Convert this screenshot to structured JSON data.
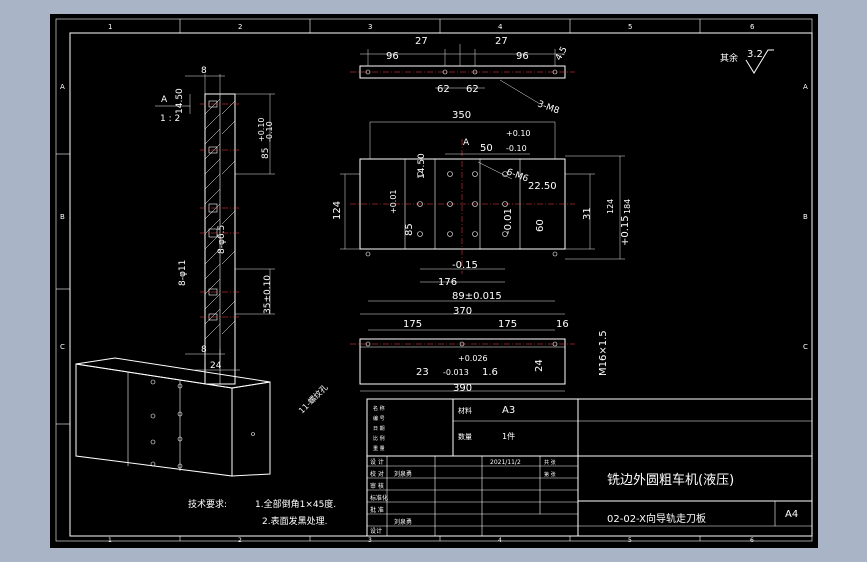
{
  "border": {
    "top_zones": [
      "1",
      "2",
      "3",
      "4",
      "5",
      "6"
    ],
    "bottom_zones": [
      "1",
      "2",
      "3",
      "4",
      "5",
      "6"
    ],
    "side_zones": [
      "A",
      "B",
      "C"
    ]
  },
  "roughness": {
    "label": "其余",
    "value": "3.2"
  },
  "side_view": {
    "dims": [
      "8",
      "14.50",
      "+0.10",
      "-0.10",
      "85",
      "8-φ6.5",
      "8-φ11",
      "35±0.10",
      "8",
      "24"
    ],
    "section_label": "A",
    "scale_label": "1 : 2"
  },
  "top_view": {
    "dims": [
      "27",
      "27",
      "96",
      "96",
      "62",
      "62",
      "4.5",
      "3-M8"
    ]
  },
  "front_view": {
    "dims": [
      "350",
      "+0.10",
      "50",
      "-0.10",
      "6-M6",
      "A",
      "14.50",
      "22.50",
      "124",
      "+0.01",
      "85",
      "-0.01",
      "60",
      "31",
      "124",
      "+0.15",
      "184",
      "-0.15",
      "176",
      "89±0.015",
      "370",
      "390"
    ]
  },
  "bottom_view": {
    "dims": [
      "175",
      "175",
      "16",
      "M16×1.5",
      "+0.026",
      "23",
      "-0.013",
      "1.6",
      "24",
      "390"
    ]
  },
  "note_slot": "11-螺纹孔",
  "tech_req": {
    "title": "技术要求:",
    "items": [
      "1.全部倒角1×45度.",
      "2.表面发黑处理."
    ]
  },
  "title_block": {
    "material": "A3",
    "quantity": "1件",
    "date": "2021/11/2",
    "product": "铣边外圆粗车机(液压)",
    "drawing_name": "02-02-X向导轨走刀板",
    "sheet_size": "A4",
    "designer": "设计",
    "row_labels": [
      "设 计",
      "校 对",
      "审 核",
      "标准化",
      "批 准"
    ],
    "name_cell": "刘泉勇",
    "name_cell2": "刘泉勇",
    "tiny_labels": [
      "名 称",
      "编 号",
      "日 期",
      "比 例",
      "重 量",
      "共 张",
      "第 张"
    ]
  }
}
